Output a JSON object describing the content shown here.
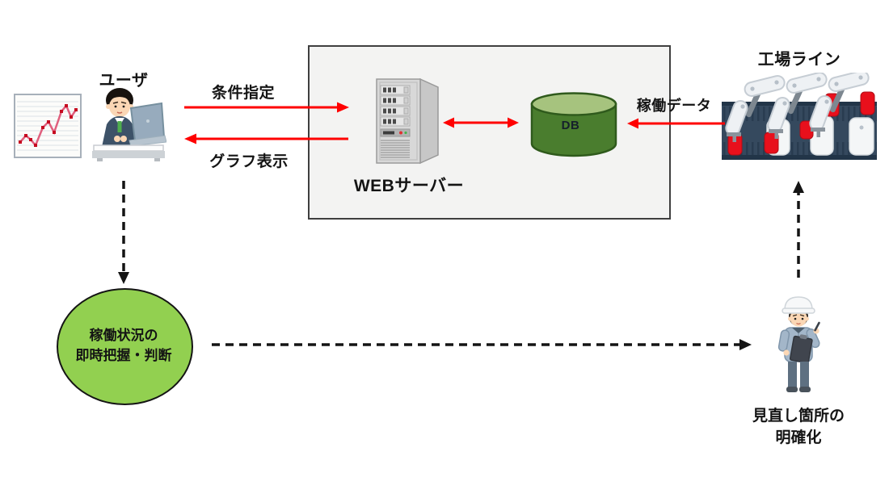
{
  "nodes": {
    "user": {
      "label": "ユーザ"
    },
    "web_server": {
      "label": "WEBサーバー"
    },
    "database": {
      "label": "DB"
    },
    "factory_line": {
      "label": "工場ライン"
    },
    "insight": {
      "line1": "稼働状況の",
      "line2": "即時把握・判断"
    },
    "review": {
      "line1": "見直し箇所の",
      "line2": "明確化"
    }
  },
  "arrows": {
    "condition_spec": {
      "label": "条件指定"
    },
    "graph_display": {
      "label": "グラフ表示"
    },
    "operation_data": {
      "label": "稼働データ"
    }
  },
  "colors": {
    "arrow_red": "#ff0000",
    "dashed_black": "#141414",
    "ellipse_green": "#92d050",
    "db_body_green": "#4a7d2e",
    "db_top_green": "#a6c37e",
    "box_fill": "#f3f3f2",
    "box_border": "#3f3f3f"
  }
}
